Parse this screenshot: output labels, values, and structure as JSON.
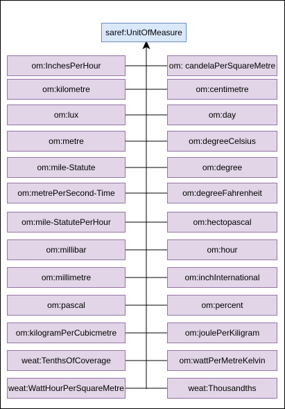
{
  "diagram": {
    "root_label": "saref:UnitOfMeasure",
    "colors": {
      "root_fill": "#dae8fc",
      "root_stroke": "#6c8ebf",
      "class_fill": "#e1d5e7",
      "class_stroke": "#9673a6",
      "edge": "#000000",
      "frame": "#000000"
    },
    "left_column": [
      "om:InchesPerHour",
      "om:kilometre",
      "om:lux",
      "om:metre",
      "om:mile-Statute",
      "om:metrePerSecond-Time",
      "om:mile-StatutePerHour",
      "om:millibar",
      "om:millimetre",
      "om:pascal",
      "om:kilogramPerCubicmetre",
      "weat:TenthsOfCoverage",
      "weat:WattHourPerSquareMetre"
    ],
    "right_column": [
      "om: candelaPerSquareMetre",
      "om:centimetre",
      "om:day",
      "om:degreeCelsius",
      "om:degree",
      "om:degreeFahrenheit",
      "om:hectopascal",
      "om:hour",
      "om:inchInternational",
      "om:percent",
      "om:joulePerKiligram",
      "om:wattPerMetreKelvin",
      "weat:Thousandths"
    ]
  }
}
